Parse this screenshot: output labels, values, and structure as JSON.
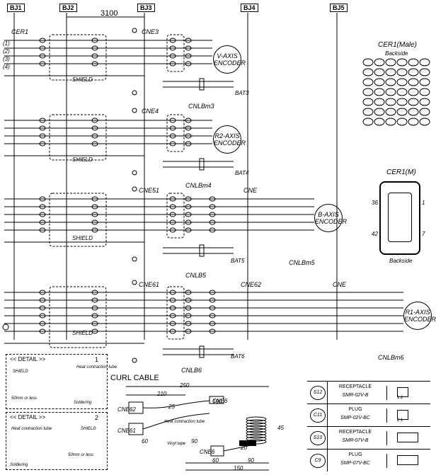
{
  "bus_tags": [
    "BJ1",
    "BJ2",
    "BJ3",
    "BJ4",
    "BJ5"
  ],
  "dimension": "3100",
  "connectors": {
    "cer1": "CER1",
    "cne3": "CNE3",
    "cne4": "CNE4",
    "cne51": "CNE51",
    "cne": "CNE",
    "cne61": "CNE61",
    "cne62": "CNE62",
    "cne_b": "CNE",
    "cnlbm3": "CNLBm3",
    "cnlbm4": "CNLBm4",
    "cnlbm5": "CNLBm5",
    "cnlb5": "CNLB5",
    "cnlb6": "CNLB6",
    "cnlbm6": "CNLBm6"
  },
  "batteries": [
    "BAT3",
    "BAT4",
    "BAT5",
    "BAT6"
  ],
  "encoders": [
    {
      "line1": "V-AXIS",
      "line2": "ENCODER"
    },
    {
      "line1": "R2-AXIS",
      "line2": "ENCODER"
    },
    {
      "line1": "B-AXIS",
      "line2": "ENCODER"
    },
    {
      "line1": "R1-AXIS",
      "line2": "ENCODER"
    }
  ],
  "shield_label": "SHIELD",
  "wire_labels": [
    "(1)",
    "(2)",
    "(3)",
    "(4)"
  ],
  "right_panel": {
    "cer1_male_title": "CER1(Male)",
    "cer1_male_sub": "Backside",
    "cer1_m_title": "CER1(M)",
    "pin_36": "36",
    "pin_42": "42",
    "pin_1": "1",
    "pin_7": "7",
    "cer1_m_sub": "Backside"
  },
  "detail1": {
    "title": "<< DETAIL >>",
    "num": "1",
    "shield": "SHIELD",
    "heat": "Heat contraction tube",
    "len": "50mm or less",
    "solder": "Soldering"
  },
  "detail2": {
    "title": "<< DETAIL >>",
    "num": "2",
    "heat": "Heat contraction tube",
    "shield": "SHIELD",
    "len": "50mm or less",
    "solder": "Soldering"
  },
  "curl": {
    "title": "CURL CABLE",
    "d210": "210",
    "d250": "250",
    "d190": "190",
    "d25": "25",
    "d60": "60",
    "d90": "90",
    "d45": "45",
    "d20": "20",
    "d60b": "60",
    "d150": "150",
    "cne62": "CNE62",
    "cne61": "CNE61",
    "cne_a": "CNE6",
    "cne_b": "CNE6",
    "heat_tube": "Heat contraction tube",
    "vinyl": "Vinyl tape"
  },
  "parts": [
    {
      "code": "S12",
      "type": "RECEPTACLE",
      "part": "SMR-02V-B",
      "pins": "1 2"
    },
    {
      "code": "C11",
      "type": "PLUG",
      "part": "SMP-02V-BC",
      "pins": "2 1"
    },
    {
      "code": "S10",
      "type": "RECEPTACLE",
      "part": "SMR-07V-B",
      "pins": ""
    },
    {
      "code": "C9",
      "type": "PLUG",
      "part": "SMP-07V-BC",
      "pins": ""
    }
  ]
}
